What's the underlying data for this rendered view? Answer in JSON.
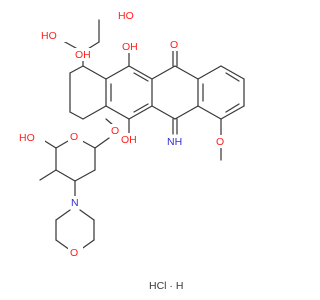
{
  "molecule": {
    "atom_labels": {
      "ho_top": "HO",
      "oh_upper": "OH",
      "ho_sidechain": "HO",
      "oh_ring_c9": "OH",
      "oh_c11_top": "OH",
      "ketone_o": "O",
      "glycoside_o": "O",
      "oh_c6": "OH",
      "imine_nh": "NH",
      "methoxy_o": "O",
      "sugar_ring_o": "O",
      "sugar_oh": "HO",
      "morpholine_n": "N",
      "morpholine_o": "O"
    },
    "salt_label": "HCl · H"
  },
  "colors": {
    "bond": "#3a3a3a",
    "oxygen": "#ff1f1f",
    "nitrogen": "#2f2fd6"
  }
}
